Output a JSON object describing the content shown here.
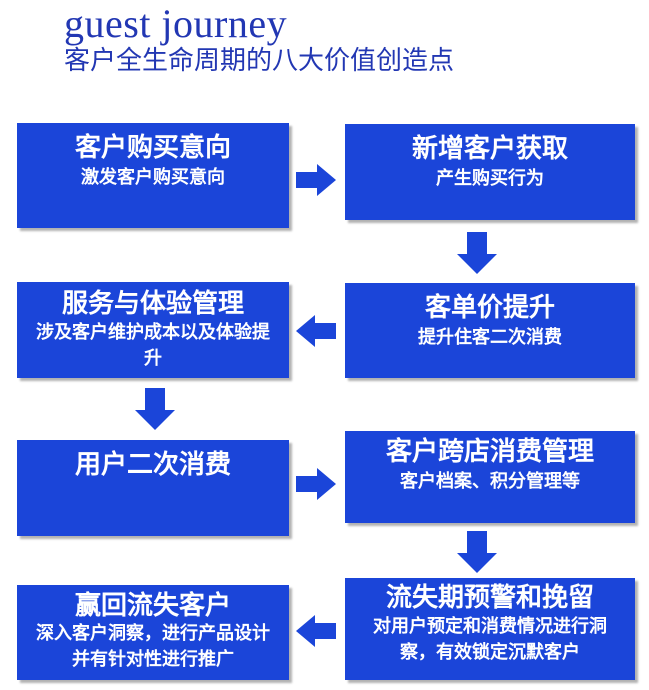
{
  "header": {
    "title": "guest journey",
    "subtitle": "客户全生命周期的八大价值创造点"
  },
  "colors": {
    "box": "#1b45d9",
    "arrow": "#1b45d9",
    "title": "#2237b3"
  },
  "steps": [
    {
      "title": "客户购买意向",
      "desc": "激发客户购买意向"
    },
    {
      "title": "新增客户获取",
      "desc": "产生购买行为"
    },
    {
      "title": "客单价提升",
      "desc": "提升住客二次消费"
    },
    {
      "title": "服务与体验管理",
      "desc": "涉及客户维护成本以及体验提升"
    },
    {
      "title": "用户二次消费",
      "desc": ""
    },
    {
      "title": "客户跨店消费管理",
      "desc": "客户档案、积分管理等"
    },
    {
      "title": "流失期预警和挽留",
      "desc": "对用户预定和消费情况进行洞察，有效锁定沉默客户"
    },
    {
      "title": "赢回流失客户",
      "desc": "深入客户洞察，进行产品设计并有针对性进行推广"
    }
  ],
  "arrows": [
    {
      "from": "客户购买意向",
      "to": "新增客户获取",
      "direction": "right"
    },
    {
      "from": "新增客户获取",
      "to": "客单价提升",
      "direction": "down"
    },
    {
      "from": "客单价提升",
      "to": "服务与体验管理",
      "direction": "left"
    },
    {
      "from": "服务与体验管理",
      "to": "用户二次消费",
      "direction": "down"
    },
    {
      "from": "用户二次消费",
      "to": "客户跨店消费管理",
      "direction": "right"
    },
    {
      "from": "客户跨店消费管理",
      "to": "流失期预警和挽留",
      "direction": "down"
    },
    {
      "from": "流失期预警和挽留",
      "to": "赢回流失客户",
      "direction": "left"
    }
  ]
}
